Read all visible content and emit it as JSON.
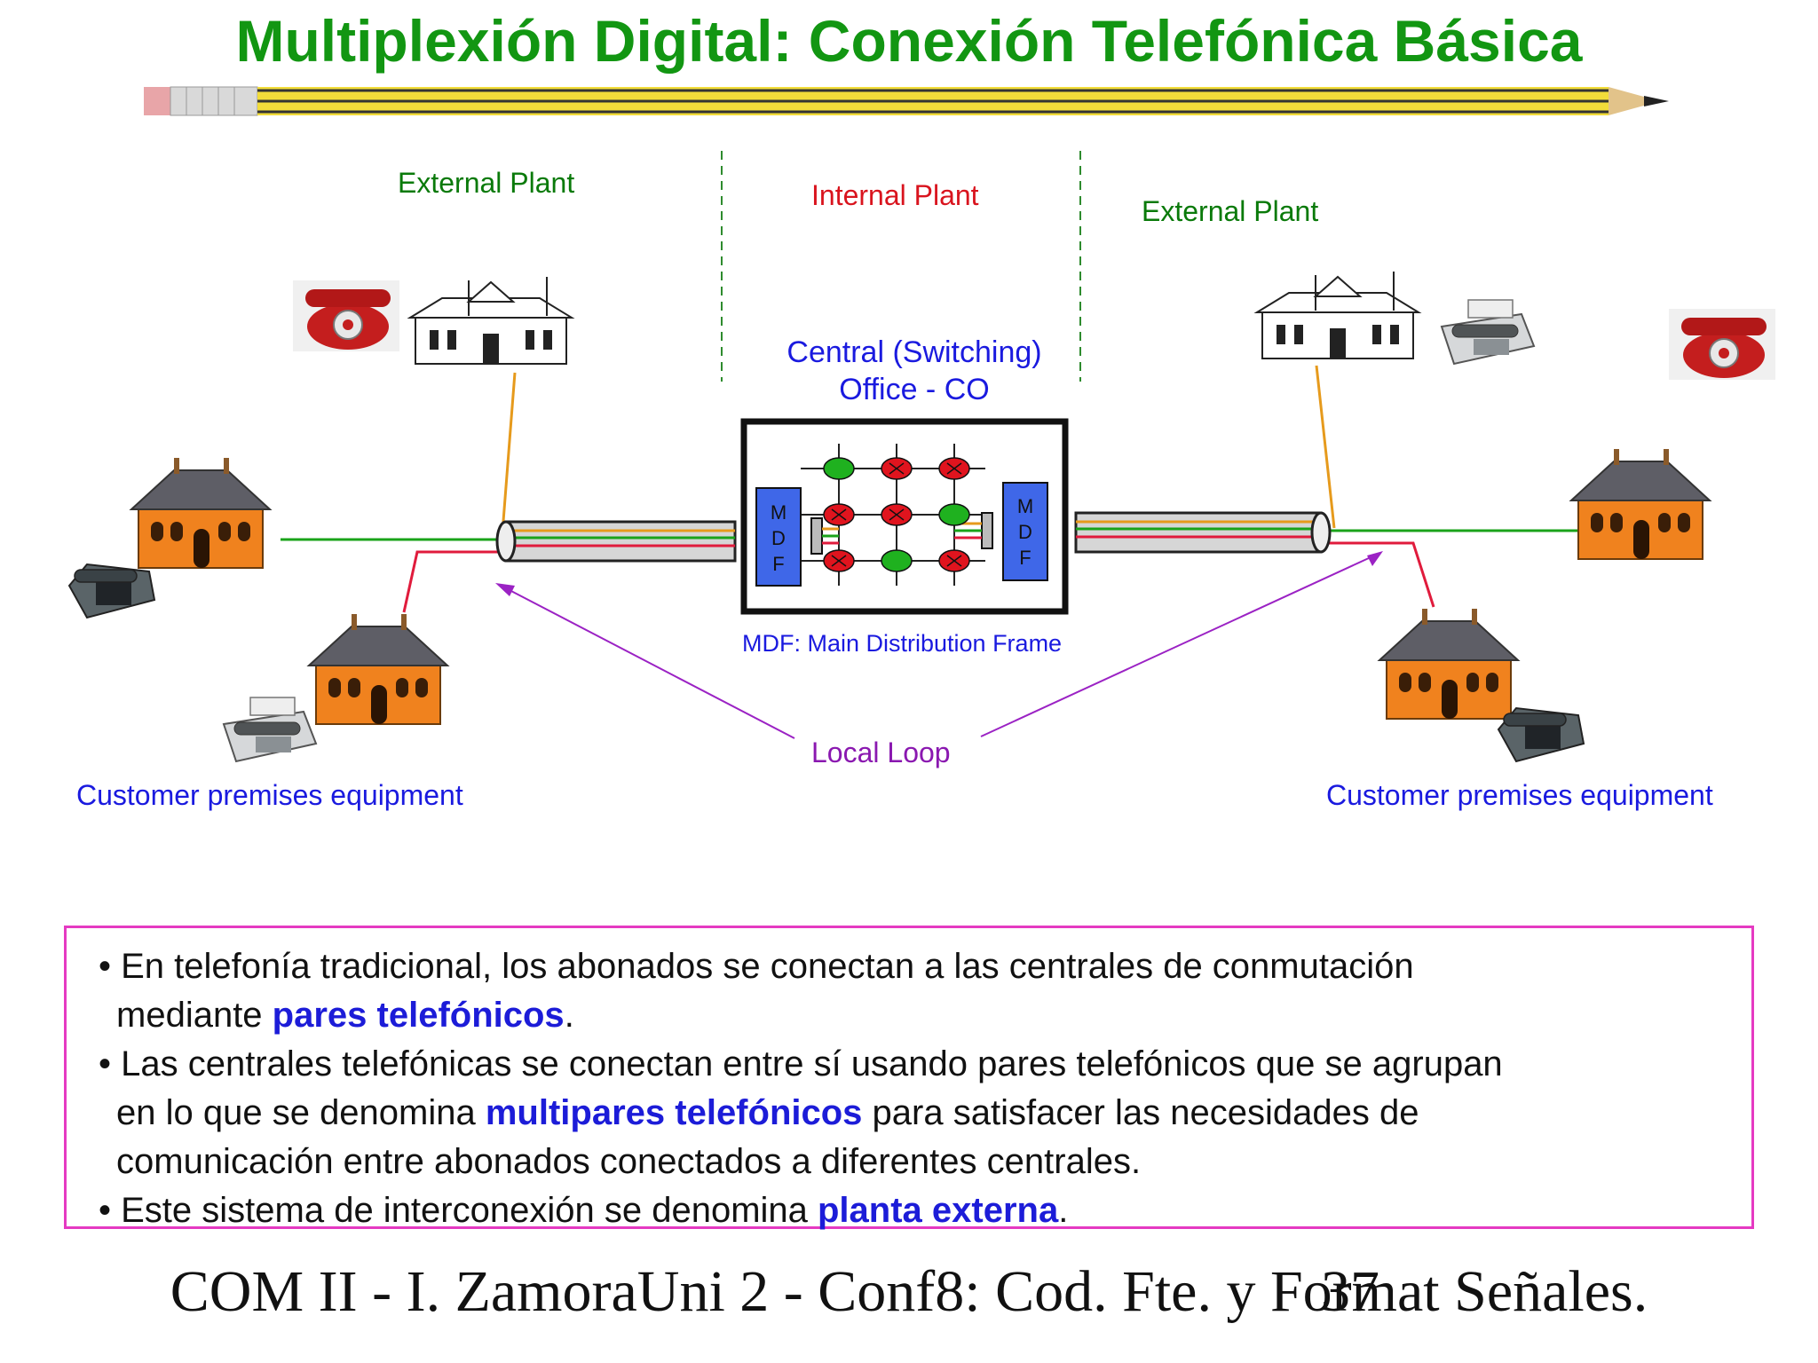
{
  "title": "Multiplexión Digital: Conexión Telefónica Básica",
  "diagram": {
    "external_plant_left": "External Plant",
    "internal_plant": "Internal Plant",
    "external_plant_right": "External Plant",
    "co_line1": "Central (Switching)",
    "co_line2": "Office - CO",
    "mdf_letters": [
      "M",
      "D",
      "F"
    ],
    "mdf_caption": "MDF: Main Distribution Frame",
    "local_loop": "Local Loop",
    "cpe_left": "Customer premises equipment",
    "cpe_right": "Customer premises equipment",
    "colors": {
      "green": "#1aa31a",
      "red": "#e01b3c",
      "orange": "#e69a1c",
      "purple": "#9b22c4",
      "mdf_blue": "#3f67e8"
    }
  },
  "bullets": {
    "b1_text": "• En telefonía tradicional, los abonados se conectan a las centrales de conmutación",
    "b1_cont_pre": "mediante ",
    "b1_hl": "pares telefónicos",
    "b1_post": ".",
    "b2_text": "• Las centrales telefónicas se conectan entre sí usando pares telefónicos que se agrupan",
    "b2_cont_pre": "en lo que se denomina ",
    "b2_hl": "multipares telefónicos",
    "b2_post": " para satisfacer las necesidades de",
    "b2_cont2": "comunicación entre abonados conectados a diferentes centrales.",
    "b3_pre": "• Este sistema de interconexión se denomina ",
    "b3_hl": "planta externa",
    "b3_post": "."
  },
  "footer": {
    "text": "COM II - I. ZamoraUni 2 - Conf8: Cod. Fte. y Format Señales.",
    "page_number": "37"
  }
}
